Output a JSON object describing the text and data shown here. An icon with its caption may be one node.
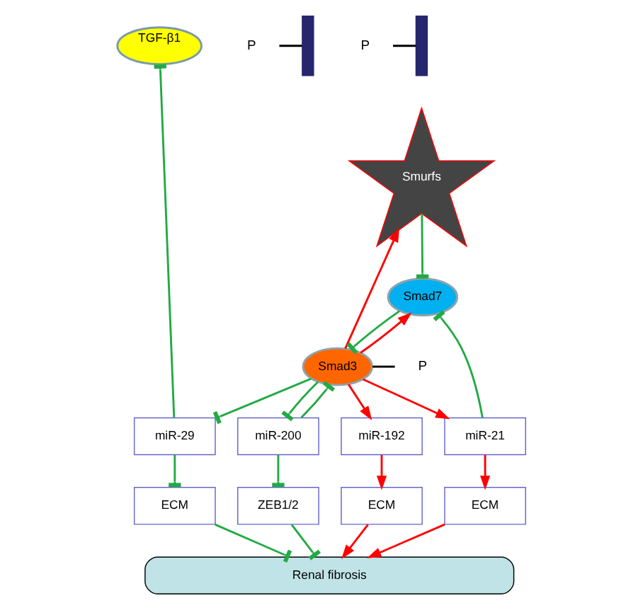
{
  "diagram": {
    "nodes": [
      {
        "text": [
          "TGF-β1"
        ]
      },
      {
        "text": [],
        "shape": "bar"
      },
      {
        "text": [],
        "shape": "bar"
      },
      {
        "text": [
          "Smurfs"
        ]
      },
      {
        "text": [
          "Smad3"
        ],
        "beside": [
          "P"
        ]
      },
      {
        "text": [
          "Smad7"
        ]
      },
      {
        "text": [
          "miR-21"
        ]
      },
      {
        "text": [
          "miR-192"
        ]
      },
      {
        "text": [
          "miR-200"
        ]
      },
      {
        "text": [
          "miR-29"
        ]
      },
      {
        "text": [
          "ECM"
        ]
      },
      {
        "text": [
          "ECM"
        ]
      },
      {
        "text": [
          "ZEB1/2"
        ]
      },
      {
        "text": [
          "ECM"
        ]
      },
      {
        "text": [
          "Renal fibrosis"
        ]
      }
    ],
    "edges": [
      {
        "from": 4,
        "to": 3,
        "arrow": "to",
        "color": "#ff0000"
      },
      {
        "from": 3,
        "to": 5,
        "arrow": "other"
      },
      {
        "from": 5,
        "to": 4,
        "arrow": "other"
      },
      {
        "from": 4,
        "to": 5,
        "arrow": "to",
        "color": "#ff0000"
      },
      {
        "from": 4,
        "to": 6,
        "arrow": "to",
        "color": "#ff0000"
      },
      {
        "from": 4,
        "to": 7,
        "arrow": "to",
        "color": "#ff0000"
      },
      {
        "from": 6,
        "to": 5,
        "arrow": "other"
      },
      {
        "from": 4,
        "to": 8,
        "arrow": "other"
      },
      {
        "from": 4,
        "to": 9,
        "arrow": "other"
      },
      {
        "from": 8,
        "to": 4,
        "arrow": "other"
      },
      {
        "from": 9,
        "to": 0,
        "arrow": "other"
      },
      {
        "from": 6,
        "to": 10,
        "arrow": "to",
        "color": "#ff0000"
      },
      {
        "from": 7,
        "to": 11,
        "arrow": "to",
        "color": "#ff0000"
      },
      {
        "from": 8,
        "to": 12,
        "arrow": "other"
      },
      {
        "from": 9,
        "to": 13,
        "arrow": "other"
      },
      {
        "from": 10,
        "to": 14,
        "arrow": "to",
        "color": "#ff0000"
      },
      {
        "from": 11,
        "to": 14,
        "arrow": "to",
        "color": "#ff0000"
      },
      {
        "from": 12,
        "to": 14,
        "arrow": "other"
      },
      {
        "from": 13,
        "to": 14,
        "arrow": "other"
      }
    ],
    "labels": [
      "P",
      "P"
    ]
  }
}
